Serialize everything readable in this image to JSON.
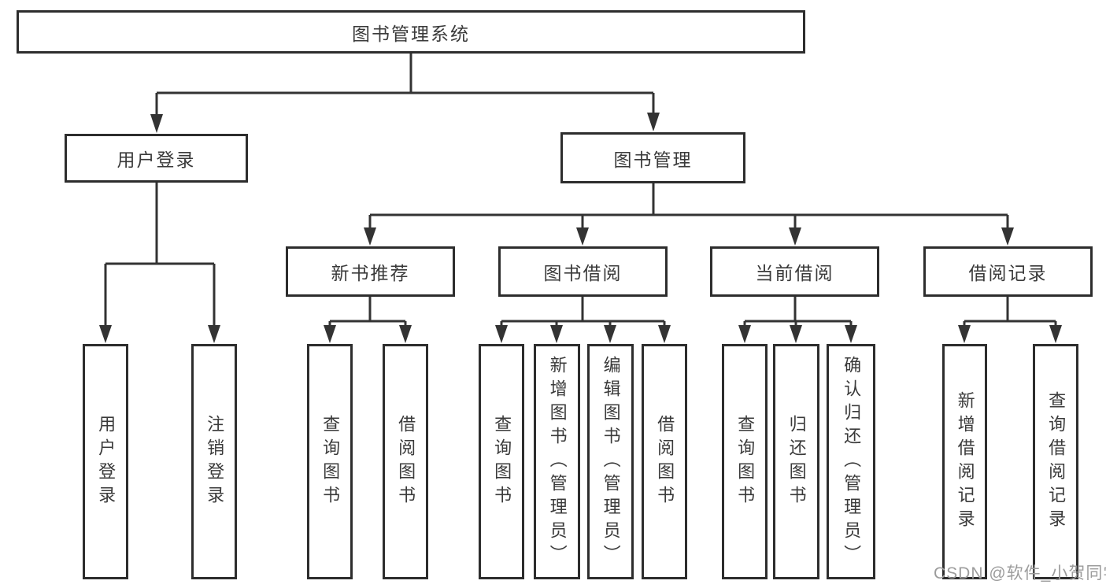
{
  "diagram": {
    "root": {
      "label": "图书管理系统"
    },
    "branches": [
      {
        "label": "用户登录",
        "children": [
          {
            "label": "用户登录"
          },
          {
            "label": "注销登录"
          }
        ]
      },
      {
        "label": "图书管理",
        "children": [
          {
            "label": "新书推荐",
            "children": [
              {
                "label": "查询图书"
              },
              {
                "label": "借阅图书"
              }
            ]
          },
          {
            "label": "图书借阅",
            "children": [
              {
                "label": "查询图书"
              },
              {
                "label": "新增图书（管理员）"
              },
              {
                "label": "编辑图书（管理员）"
              },
              {
                "label": "借阅图书"
              }
            ]
          },
          {
            "label": "当前借阅",
            "children": [
              {
                "label": "查询图书"
              },
              {
                "label": "归还图书"
              },
              {
                "label": "确认归还（管理员）"
              }
            ]
          },
          {
            "label": "借阅记录",
            "children": [
              {
                "label": "新增借阅记录"
              },
              {
                "label": "查询借阅记录"
              }
            ]
          }
        ]
      }
    ]
  },
  "watermark": {
    "text": "CSDN @软件_小贺同学"
  },
  "colors": {
    "line": "#333333",
    "box_border": "#2d2d2d",
    "text": "#3a3a3a",
    "watermark": "#9c9c9c",
    "background": "#ffffff"
  }
}
